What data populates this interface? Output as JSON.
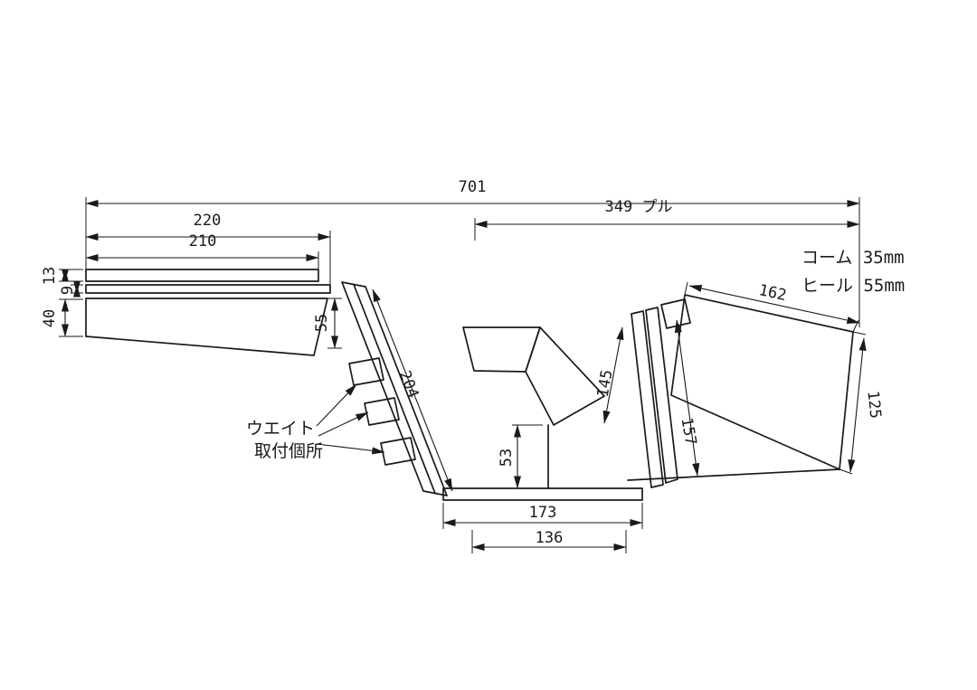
{
  "colors": {
    "line": "#1a1a1a",
    "background": "#ffffff"
  },
  "dimensions": {
    "overall_length": "701",
    "pull_length": "349 プル",
    "butt_top_width": "220",
    "butt_pad_width": "210",
    "butt_t13": "13",
    "butt_t9": "9",
    "butt_t40": "40",
    "plate_top": "55",
    "butt_plate_length": "204",
    "grip_height": "53",
    "grip_diagonal": "145",
    "base_outer": "173",
    "base_inner": "136",
    "forend_strip": "157",
    "forend_top": "162",
    "forend_right": "125"
  },
  "notes": {
    "comb": "コーム 35mm",
    "heel": "ヒール 55mm"
  },
  "weight_label": {
    "line1": "ウエイト",
    "line2": "取付個所"
  }
}
